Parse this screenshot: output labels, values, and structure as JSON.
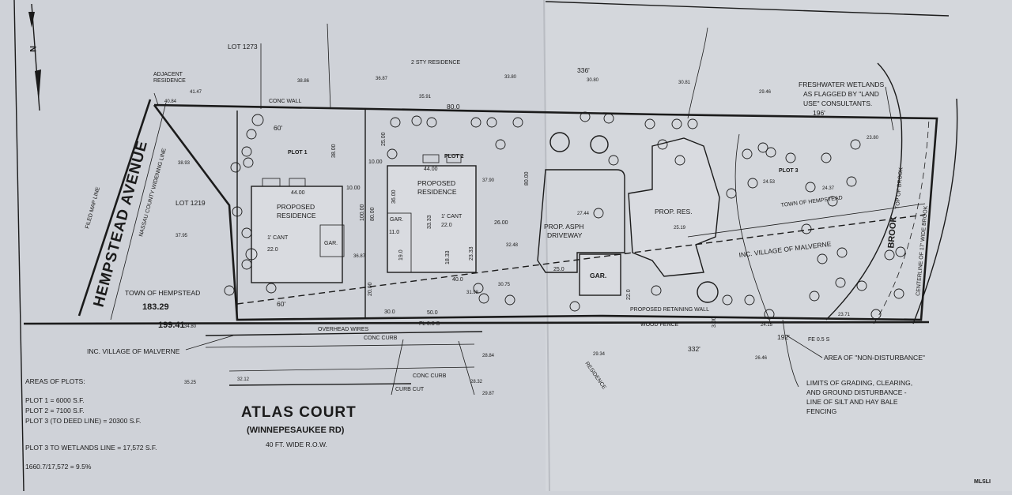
{
  "labels": {
    "lot_1273": "LOT 1273",
    "lot_1219": "LOT 1219",
    "two_sty_residence": "2 STY RESIDENCE",
    "adjacent_residence_1": "ADJACENT",
    "adjacent_residence_2": "RESIDENCE",
    "hempstead_avenue": "HEMPSTEAD AVENUE",
    "filed_map_line": "FILED MAP LINE",
    "nassau_widening_line": "NASSAU COUNTY WIDENING LINE",
    "town_of_hempstead_left": "TOWN OF HEMPSTEAD",
    "town_of_hempstead_right": "TOWN OF HEMPSTEAD",
    "inc_village_left": "INC. VILLAGE OF MALVERNE",
    "inc_village_right": "INC. VILLAGE OF MALVERNE",
    "plot_1": "PLOT 1",
    "plot_2": "PLOT 2",
    "plot_3": "PLOT 3",
    "proposed_residence_1a": "PROPOSED",
    "proposed_residence_1b": "RESIDENCE",
    "proposed_residence_2a": "PROPOSED",
    "proposed_residence_2b": "RESIDENCE",
    "prop_res": "PROP. RES.",
    "prop_asph_driveway_1": "PROP. ASPH",
    "prop_asph_driveway_2": "DRIVEWAY",
    "gar_main": "GAR.",
    "gar_small_1": "GAR.",
    "gar_small_2": "GAR.",
    "cant_1": "1' CANT",
    "cant_2": "1' CANT",
    "conc_wall": "CONC WALL",
    "overhead_wires": "OVERHEAD WIRES",
    "conc_curb_top": "CONC CURB",
    "conc_curb_bottom": "CONC CURB",
    "curb_cut": "CURB CUT",
    "proposed_retaining_wall": "PROPOSED RETAINING WALL",
    "wood_fence": "WOOD FENCE",
    "residence_diag": "RESIDENCE",
    "brook": "BROOK",
    "top_of_brook": "TOP OF BROOK",
    "centerline_brook": "CENTERLINE OF 17' WIDE BROOK",
    "freshwater_1": "FRESHWATER WETLANDS",
    "freshwater_2": "AS FLAGGED BY \"LAND",
    "freshwater_3": "USE\" CONSULTANTS.",
    "non_disturbance": "AREA OF \"NON-DISTURBANCE\"",
    "limits_1": "LIMITS OF GRADING, CLEARING,",
    "limits_2": "AND GROUND DISTURBANCE -",
    "limits_3": "LINE OF SILT AND HAY BALE",
    "limits_4": "FENCING",
    "fe": "FE 0.5 S",
    "fl": "FL 0.3 S",
    "atlas_court": "ATLAS COURT",
    "winnepesaukee": "(WINNEPESAUKEE RD)",
    "row": "40 FT. WIDE R.O.W.",
    "watermark": "MLSLI"
  },
  "dimensions": {
    "d80": "80.0",
    "d60_top": "60'",
    "d60_bot": "60'",
    "d336": "336'",
    "d196": "196'",
    "d192": "192'",
    "d332": "332'",
    "d183": "183.29",
    "d199": "199.41",
    "d38": "38.00",
    "d44a": "44.00",
    "d44b": "44.00",
    "d100": "100.00",
    "d80v": "80.00",
    "d80v2": "80.00",
    "d20": "20.00",
    "d30": "30.0",
    "d50": "50.0",
    "d40": "40.0",
    "d26": "26.00",
    "d22a": "22.0",
    "d22b": "22.0",
    "d25": "25.0",
    "d10a": "10.00",
    "d10b": "10.00",
    "d36": "36.00",
    "d19": "19.0",
    "d11": "11.0",
    "d33a": "33.33",
    "d33b": "23.33",
    "d18": "18.33",
    "d300": "3.00",
    "d22v": "22.0",
    "d25v": "25.00"
  },
  "areas": {
    "heading": "AREAS OF PLOTS:",
    "plot1": "PLOT 1 = 6000 S.F.",
    "plot2": "PLOT 2 = 7100 S.F.",
    "plot3": "PLOT 3 (TO DEED LINE) = 20300 S.F.",
    "wetlands": "PLOT 3 TO WETLANDS LINE = 17,572 S.F.",
    "ratio": "1660.7/17,572 = 9.5%"
  },
  "spot_elevations": [
    "41.47",
    "40.84",
    "38.86",
    "36.87",
    "35.91",
    "33.80",
    "30.80",
    "30.81",
    "29.46",
    "38.93",
    "37.95",
    "36.87",
    "37.90",
    "32.48",
    "27.44",
    "25.19",
    "24.37",
    "24.53",
    "23.80",
    "23.71",
    "24.15",
    "26.46",
    "29.34",
    "34.80",
    "35.25",
    "32.12",
    "28.32",
    "28.84",
    "31.98",
    "30.75",
    "29.87"
  ],
  "colors": {
    "paper": "#cfd2d8",
    "ink": "#1a1a1a"
  }
}
